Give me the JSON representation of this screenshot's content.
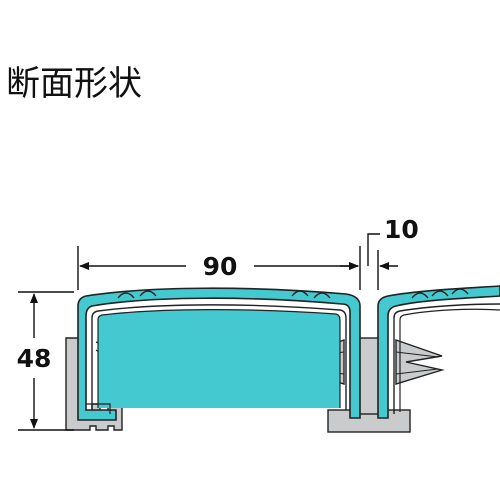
{
  "title": "断面形状",
  "dimensions": {
    "width_label": "90",
    "gap_label": "10",
    "height_label": "48"
  },
  "colors": {
    "profile_fill": "#43c9cf",
    "profile_stroke": "#222222",
    "base_fill": "#c9cbcc",
    "line": "#111111"
  }
}
